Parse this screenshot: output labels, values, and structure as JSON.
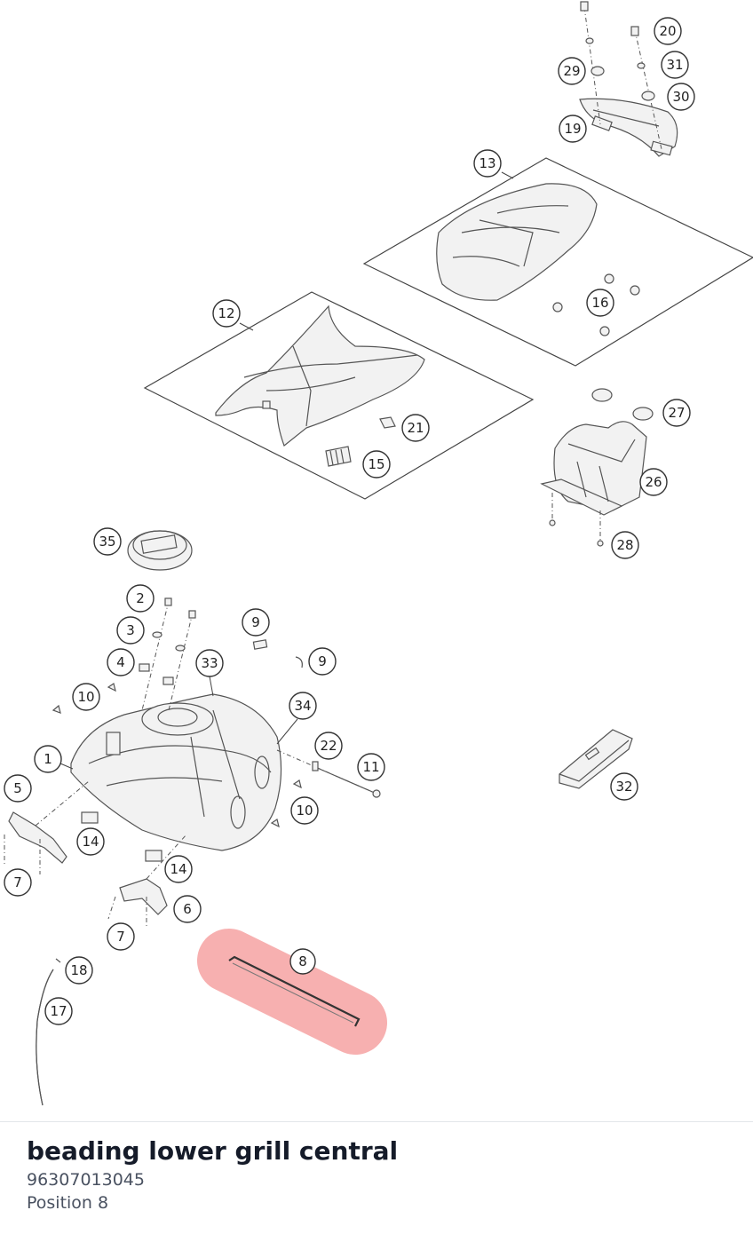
{
  "part": {
    "title": "beading lower grill central",
    "number": "96307013045",
    "position_label": "Position 8"
  },
  "highlight": {
    "color": "#f07070",
    "callout": "8"
  },
  "callouts": [
    "1",
    "2",
    "3",
    "4",
    "5",
    "6",
    "7",
    "7",
    "8",
    "9",
    "9",
    "10",
    "10",
    "11",
    "12",
    "13",
    "14",
    "14",
    "15",
    "16",
    "17",
    "18",
    "19",
    "20",
    "21",
    "22",
    "26",
    "27",
    "28",
    "29",
    "30",
    "31",
    "32",
    "33",
    "34",
    "35"
  ]
}
